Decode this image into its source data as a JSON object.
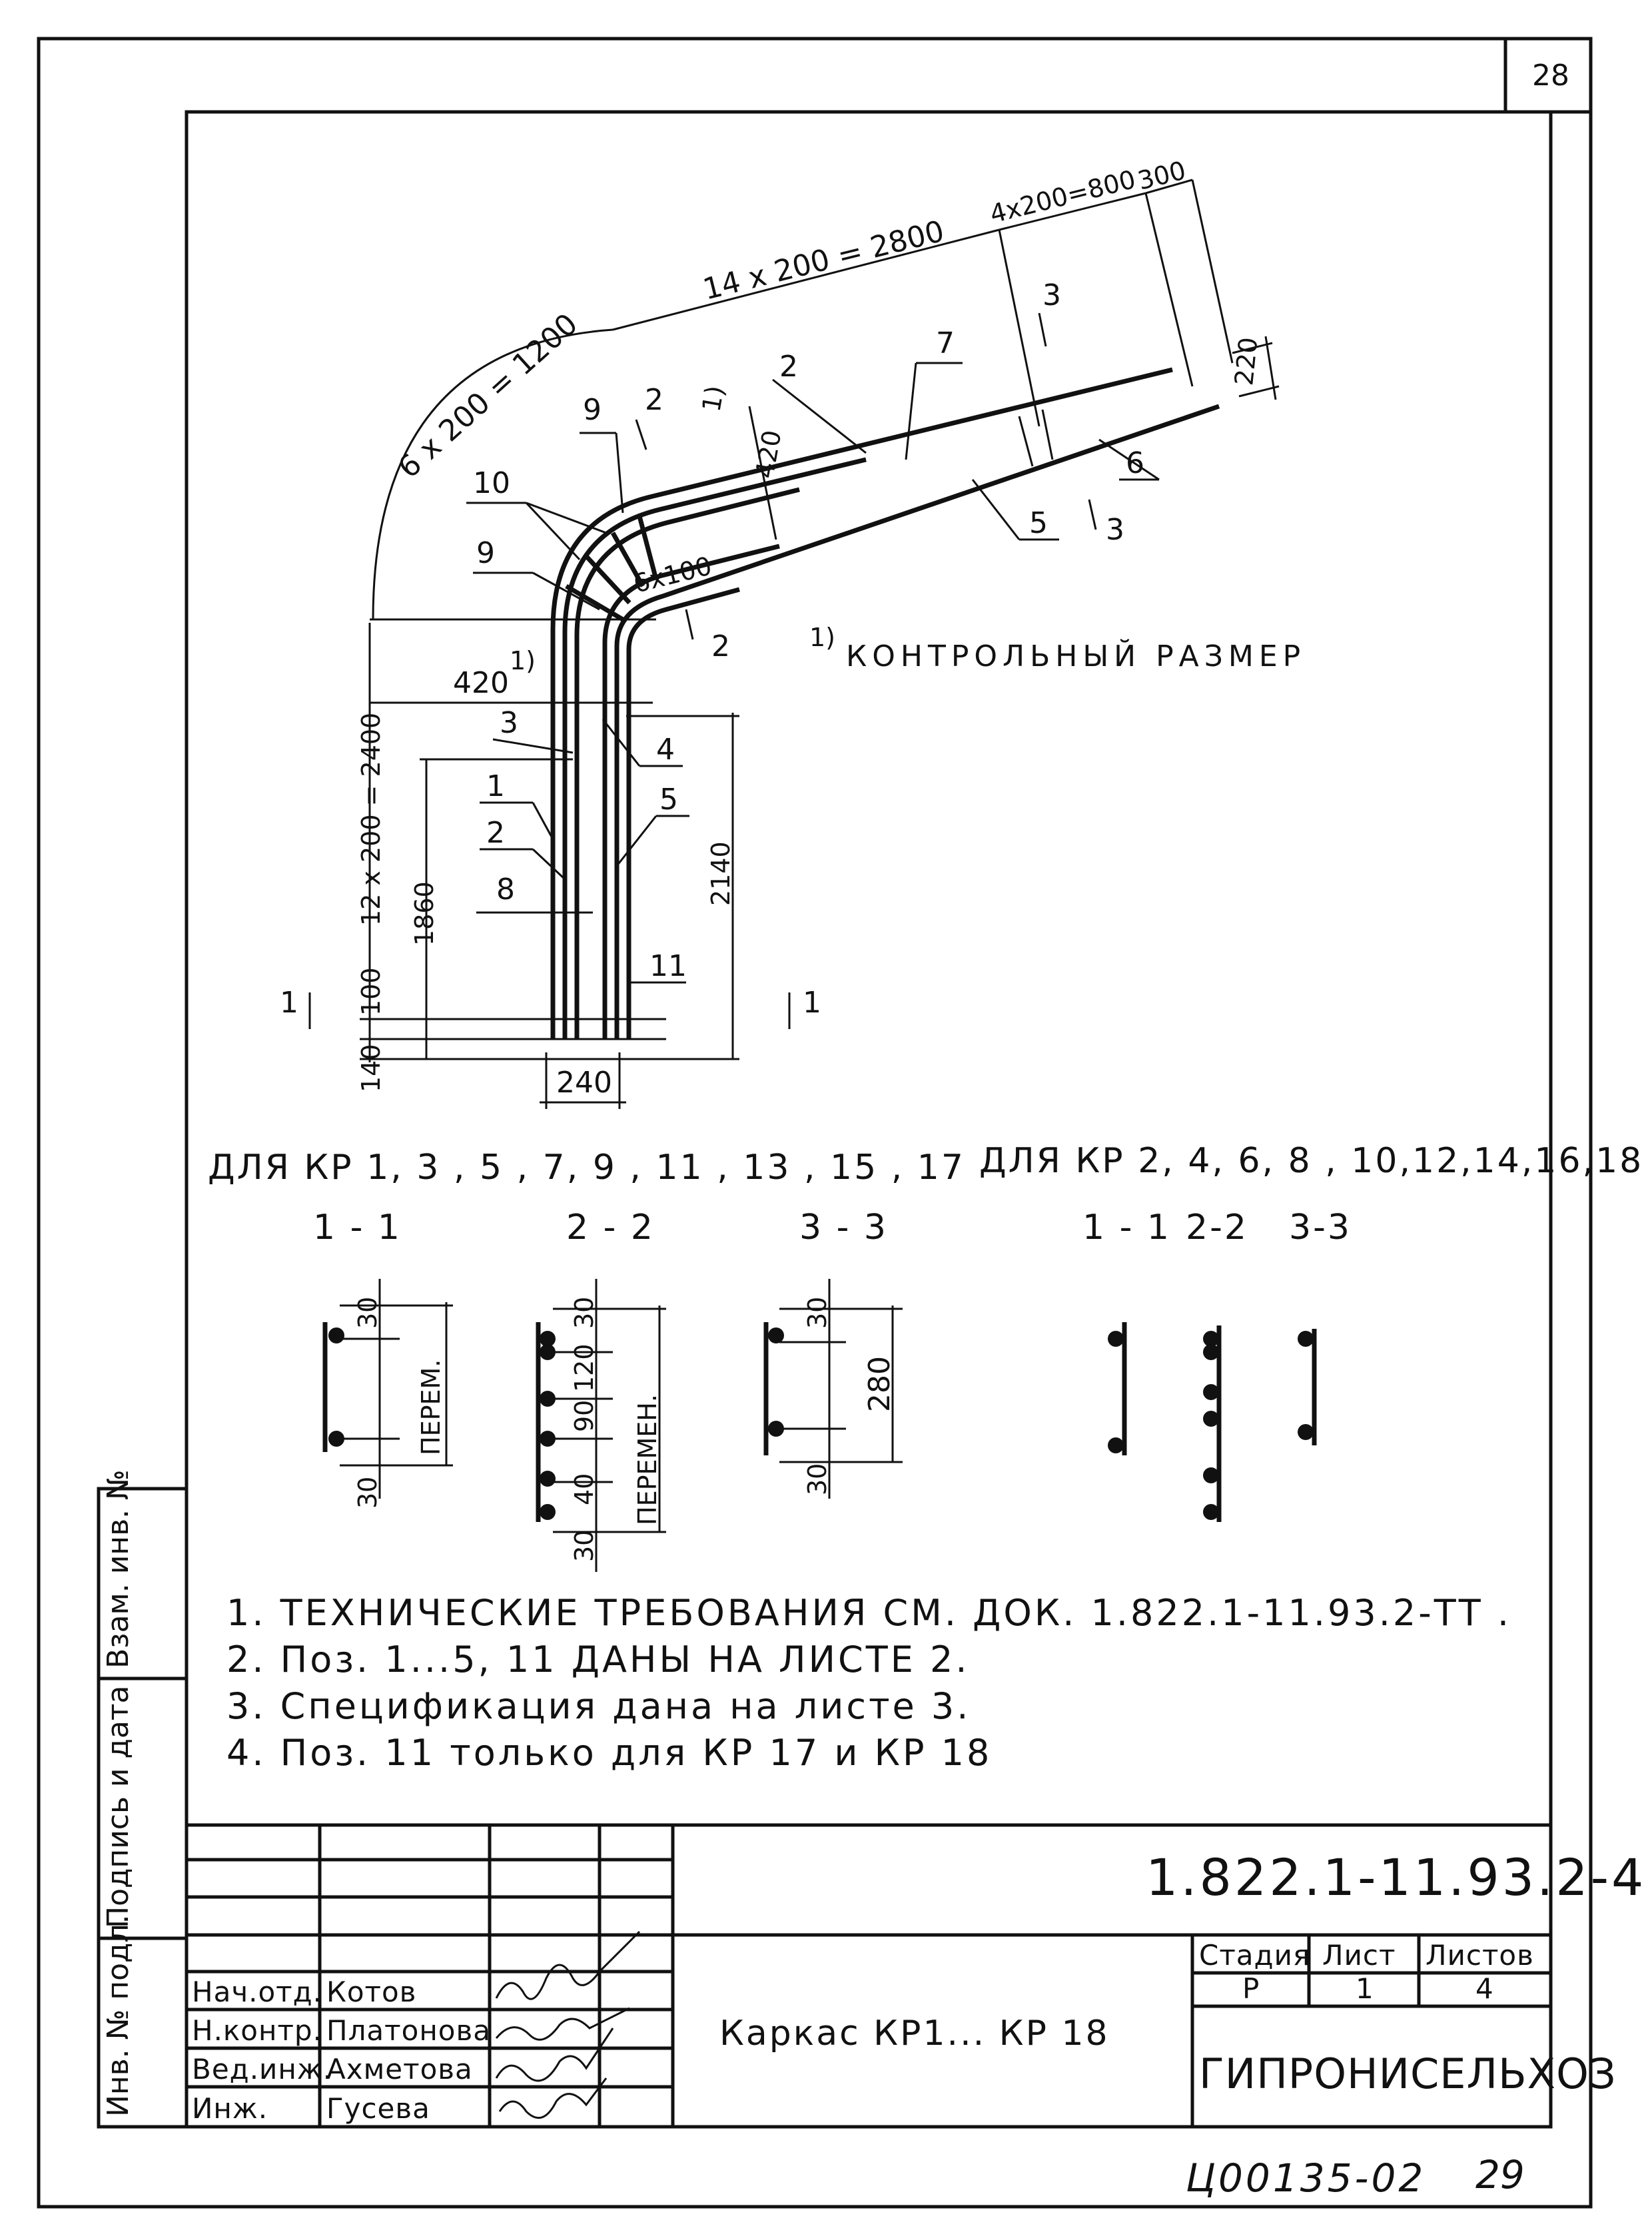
{
  "sheet": {
    "page_number": "28",
    "footer_code": "Ц00135-02",
    "footer_page": "29"
  },
  "drawing": {
    "dims": {
      "arc_top": "6 x 200 = 1200",
      "straight_top": "14 x 200 = 2800",
      "end_top": "4x200=800",
      "end_300": "300",
      "end_220": "220",
      "width_420_top": "420",
      "width_420_left": "420",
      "vertical_total": "12 x 200 = 2400",
      "inner_1860": "1860",
      "outer_2140": "2140",
      "bottom_100": "100",
      "bottom_140": "140",
      "bottom_240": "240",
      "pitch_6x100": "6x100",
      "footnote_mark": "1)"
    },
    "positions": {
      "p1": "1",
      "p2a": "2",
      "p2b": "2",
      "p3": "3",
      "p4": "4",
      "p5a": "5",
      "p5b": "5",
      "p6": "6",
      "p7": "7",
      "p8": "8",
      "p9a": "9",
      "p9b": "9",
      "p10": "10",
      "p11": "11"
    },
    "section_marks": {
      "s1": "1",
      "s2": "2",
      "s3": "3"
    },
    "control_note": "КОНТРОЛЬНЫЙ РАЗМЕР"
  },
  "sections": {
    "left_header": "ДЛЯ КР 1, 3 , 5 , 7, 9 , 11 , 13 , 15 , 17",
    "right_header": "ДЛЯ КР 2, 4, 6, 8 , 10,12,14,16,18",
    "left_titles": [
      "1 - 1",
      "2 - 2",
      "3 - 3"
    ],
    "right_titles": [
      "1 - 1",
      "2-2",
      "3-3"
    ],
    "s11": {
      "top": "30",
      "bottom": "30",
      "span": "ПЕРЕМ."
    },
    "s22": {
      "top": "30",
      "d120": "120",
      "d90": "90",
      "d40": "40",
      "bottom": "30",
      "span": "ПЕРЕМЕН."
    },
    "s33": {
      "top": "30",
      "span": "280",
      "bottom": "30"
    }
  },
  "notes": [
    "1. ТЕХНИЧЕСКИЕ ТРЕБОВАНИЯ СМ. ДОК. 1.822.1-11.93.2-ТТ .",
    "2. Поз. 1...5, 11 ДАНЫ НА ЛИСТЕ 2.",
    "3. Спецификация дана на листе 3.",
    "4. Поз. 11 только для КР 17 и КР 18"
  ],
  "side_stamps": [
    "Взам. инв. №",
    "Подпись и дата",
    "Инв. № подл."
  ],
  "title_block": {
    "doc_number": "1.822.1-11.93.2-4",
    "name": "Каркас КР1... КР 18",
    "org": "ГИПРОНИСЕЛЬХОЗ",
    "stage_hdr": "Стадия",
    "sheet_hdr": "Лист",
    "sheets_hdr": "Листов",
    "stage": "Р",
    "sheet": "1",
    "sheets": "4",
    "roles": [
      "Нач.отд.",
      "Н.контр.",
      "Вед.инж.",
      "Инж."
    ],
    "names": [
      "Котов",
      "Платонова",
      "Ахметова",
      "Гусева"
    ]
  }
}
